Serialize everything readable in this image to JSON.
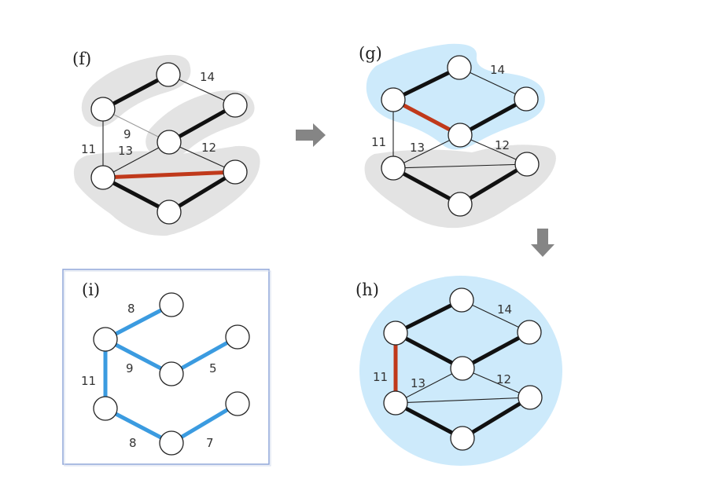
{
  "panels": {
    "f": {
      "label": "(f)",
      "edge_labels": {
        "top_right": "14",
        "middle": "9",
        "left": "11",
        "center": "13",
        "right": "12"
      }
    },
    "g": {
      "label": "(g)",
      "edge_labels": {
        "top_right": "14",
        "left": "11",
        "center": "13",
        "right": "12"
      }
    },
    "h": {
      "label": "(h)",
      "edge_labels": {
        "top_right": "14",
        "left": "11",
        "center": "13",
        "right": "12"
      }
    },
    "i": {
      "label": "(i)",
      "edge_labels": {
        "top": "8",
        "middle": "9",
        "right": "5",
        "left": "11",
        "bottom_left": "8",
        "bottom_right": "7"
      }
    }
  },
  "colors": {
    "highlight_edge": "#c0391b",
    "tree_edge": "#3b9be0",
    "gray_cluster": "#e3e3e3",
    "blue_cluster": "#cdeafb",
    "frame": "#8fa6d8",
    "arrow": "#858585"
  }
}
